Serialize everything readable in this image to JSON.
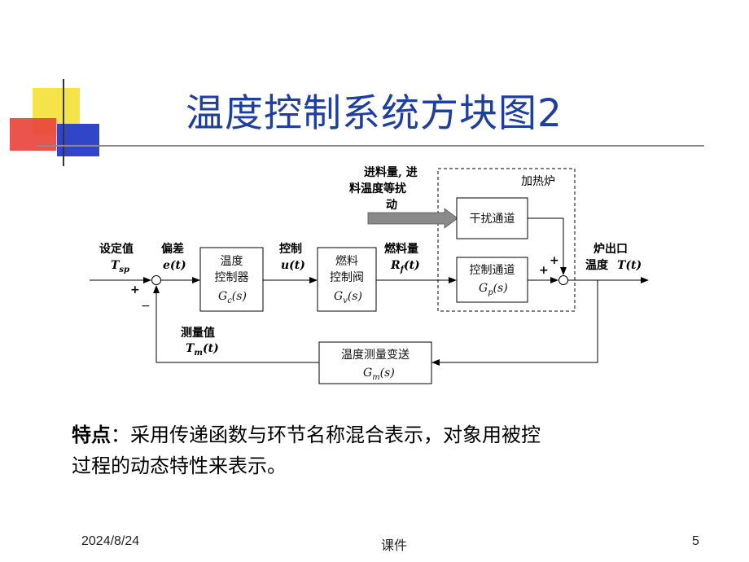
{
  "slide": {
    "title": "温度控制系统方块图2",
    "feature_label": "特点",
    "feature_sep": "：",
    "feature_line1": "采用传递函数与环节名称混合表示，对象用被控",
    "feature_line2": "过程的动态特性来表示。",
    "footer_date": "2024/8/24",
    "footer_center": "课件",
    "footer_page": "5"
  },
  "diagram": {
    "disturbance_label": [
      "进料量, 进",
      "料温度等扰",
      "动"
    ],
    "furnace_label": "加热炉",
    "setpoint": {
      "name": "设定值",
      "symbol": "T",
      "sub": "sp"
    },
    "error": {
      "name": "偏差",
      "expr": "e(t)"
    },
    "control": {
      "name": "控制",
      "expr": "u(t)"
    },
    "fuel": {
      "name": "燃料量",
      "symbol": "R",
      "sub": "f",
      "arg": "(t)"
    },
    "output": {
      "name1": "炉出口",
      "name2": "温度",
      "expr": "T(t)"
    },
    "measured": {
      "name": "测量值",
      "symbol": "T",
      "sub": "m",
      "arg": "(t)"
    },
    "plus": "+",
    "minus": "−",
    "blocks": {
      "controller": {
        "line1": "温度",
        "line2": "控制器",
        "tf": "G",
        "sub": "c",
        "arg": "(s)"
      },
      "valve": {
        "line1": "燃料",
        "line2": "控制阀",
        "tf": "G",
        "sub": "v",
        "arg": "(s)"
      },
      "disturbance_channel": {
        "line1": "干扰通道"
      },
      "control_channel": {
        "line1": "控制通道",
        "tf": "G",
        "sub": "p",
        "arg": "(s)"
      },
      "transmitter": {
        "line1": "温度测量变送",
        "tf": "G",
        "sub": "m",
        "arg": "(s)"
      }
    }
  },
  "colors": {
    "title": "#1f3f9e",
    "deco_yellow": "#f5e34a",
    "deco_red": "#e8413a",
    "deco_blue": "#3145c9",
    "arrow_gray": "#8a8a8a"
  }
}
